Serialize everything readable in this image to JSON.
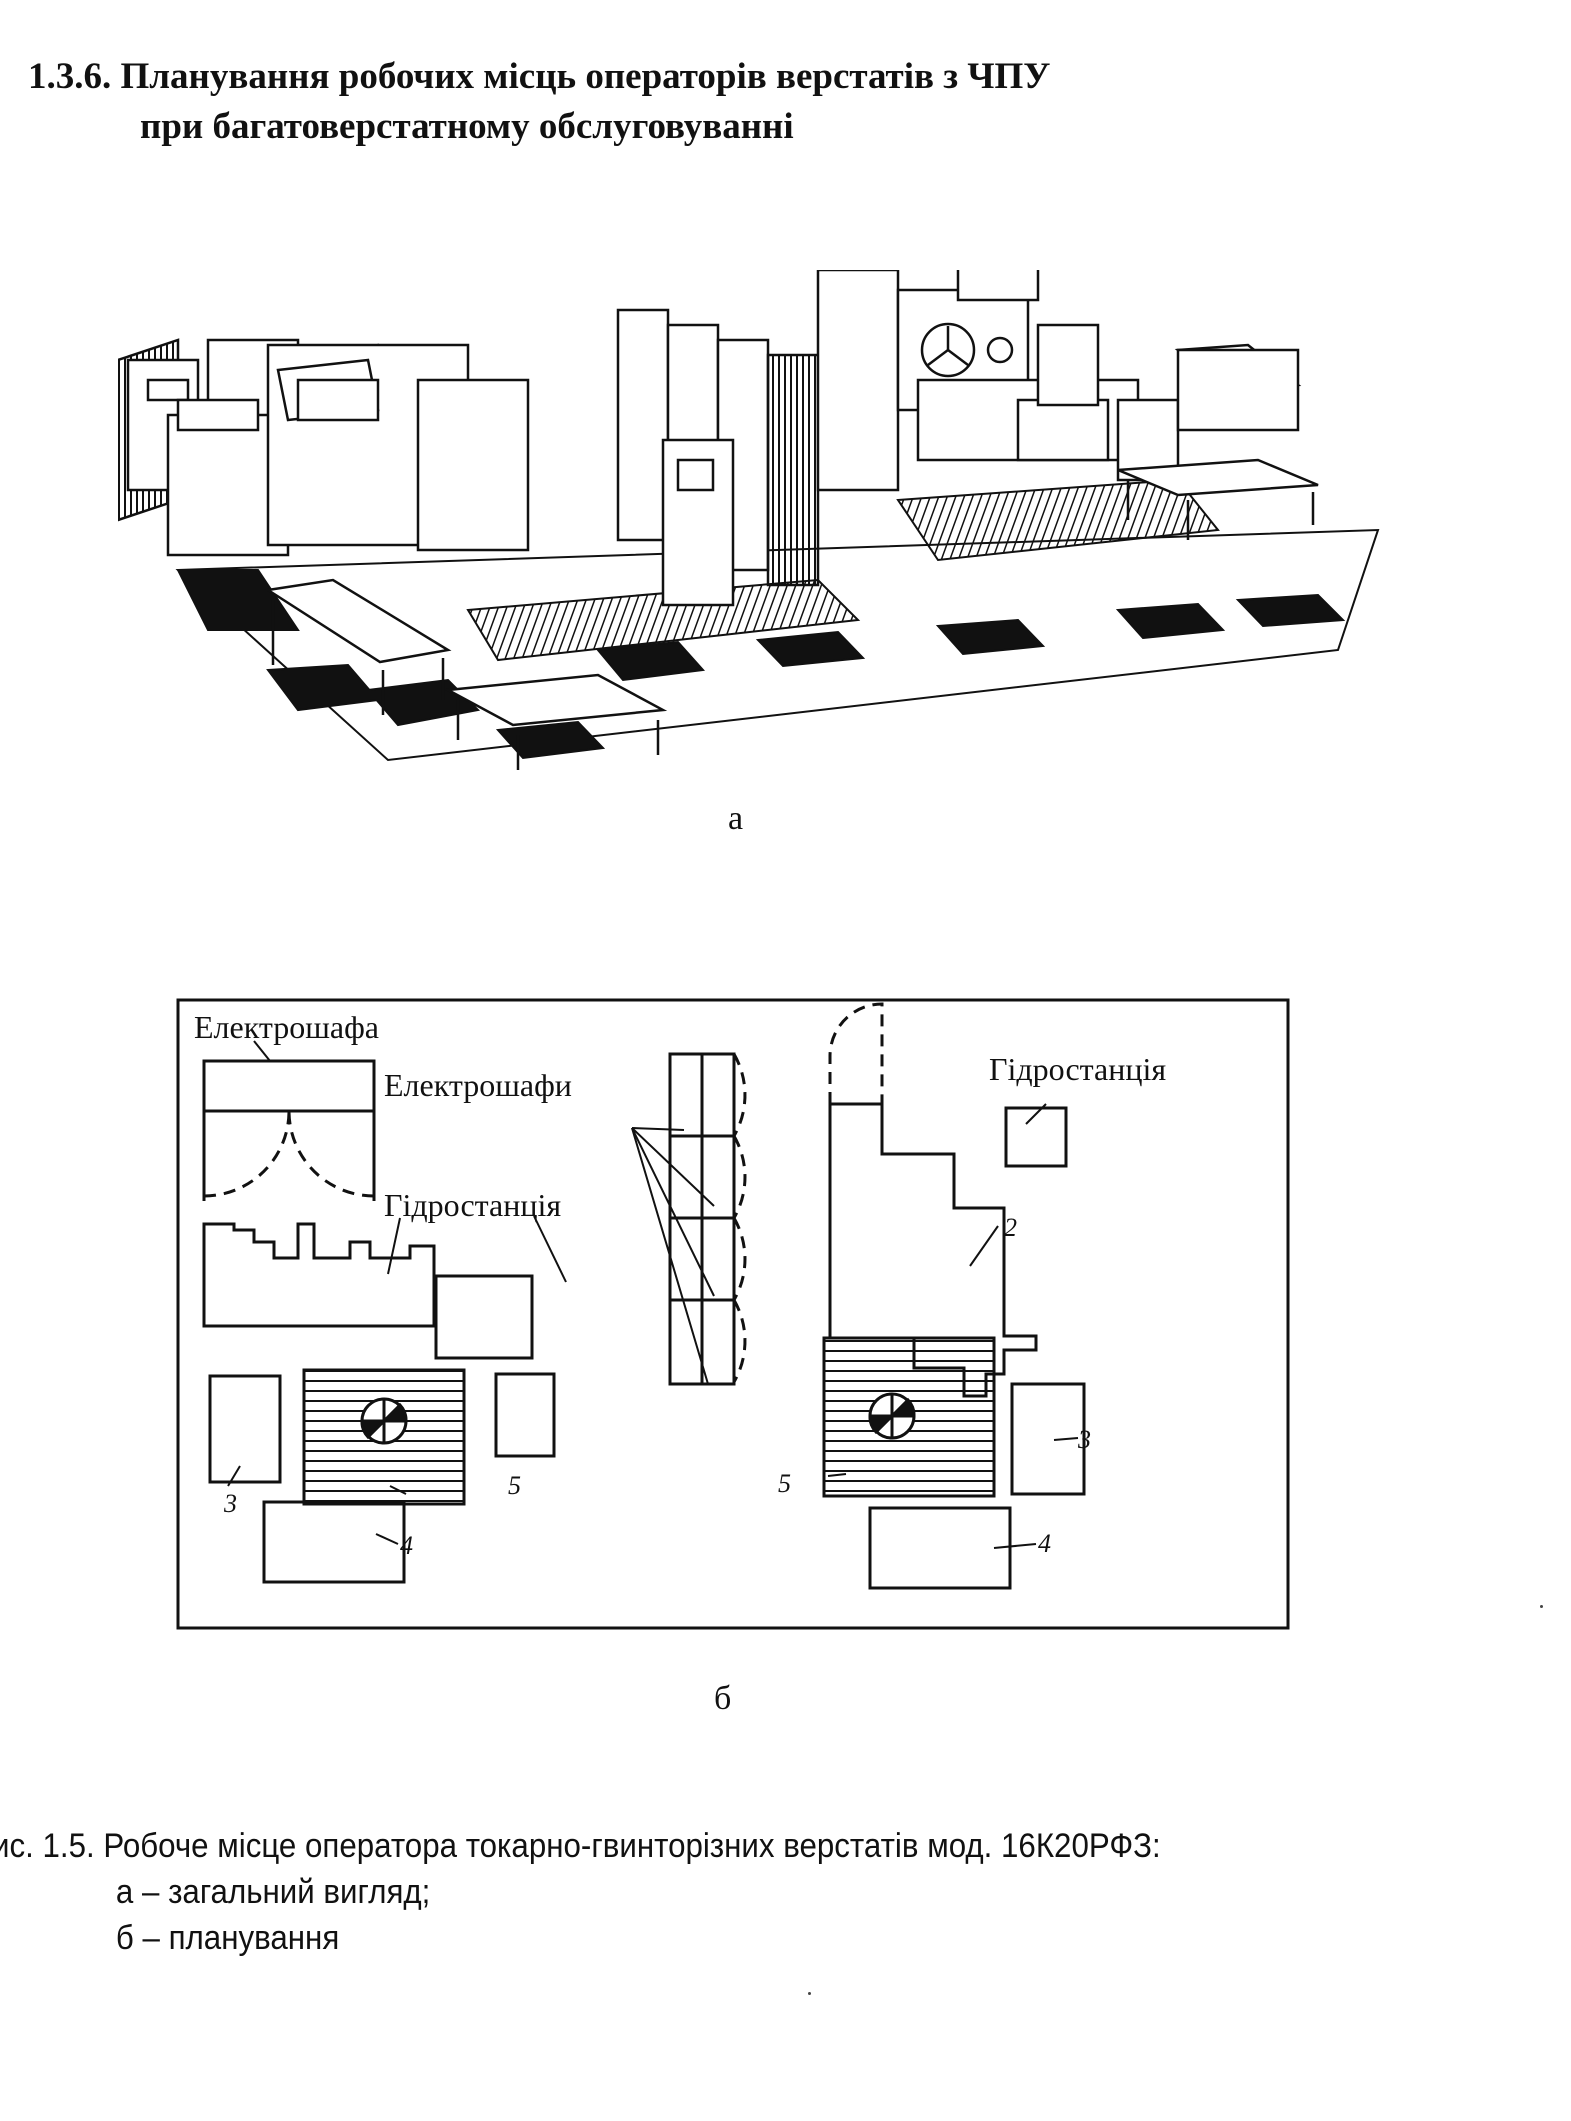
{
  "heading": {
    "line1": "1.3.6. Планування робочих місць операторів верстатів з ЧПУ",
    "line2": "при багатоверстатному обслуговуванні"
  },
  "figure_a": {
    "label": "а"
  },
  "figure_b": {
    "label": "б",
    "labels": {
      "electro_cabinet": "Електрошафа",
      "electro_cabinets": "Електрошафи",
      "hydro_left": "Гідростанція",
      "hydro_right": "Гідростанція"
    },
    "callouts": {
      "n2": "2",
      "n3_left": "3",
      "n3_right": "3",
      "n4_left": "4",
      "n4_right": "4",
      "n5_left": "5",
      "n5_right": "5"
    }
  },
  "caption": {
    "line1": "ис. 1.5. Робоче місце оператора токарно-гвинторізних верстатів мод. 16К20РФЗ:",
    "line2": "а – загальний вигляд;",
    "line3": "б – планування"
  }
}
